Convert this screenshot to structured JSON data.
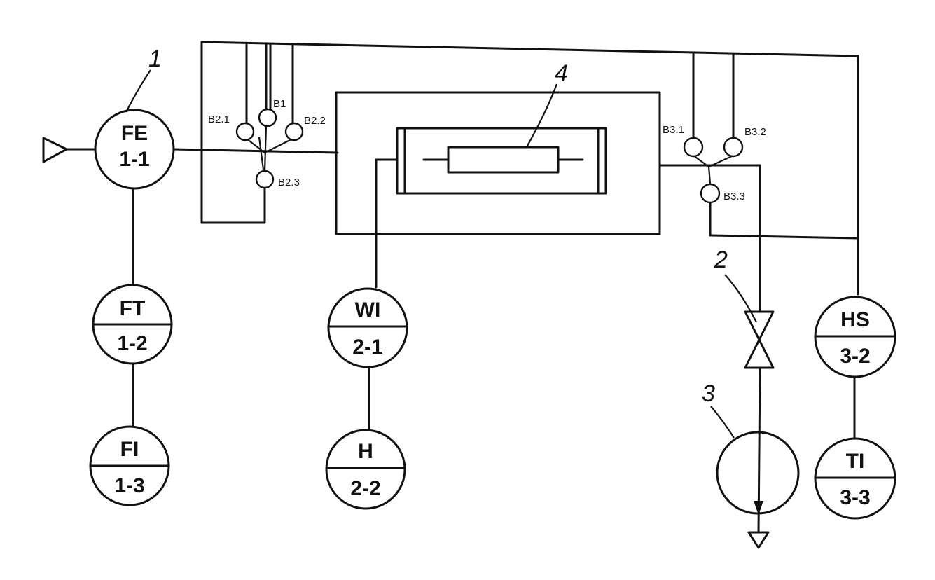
{
  "instruments": {
    "fe": {
      "code": "FE",
      "num": "1-1"
    },
    "ft": {
      "code": "FT",
      "num": "1-2"
    },
    "fi": {
      "code": "FI",
      "num": "1-3"
    },
    "wi": {
      "code": "WI",
      "num": "2-1"
    },
    "h": {
      "code": "H",
      "num": "2-2"
    },
    "hs": {
      "code": "HS",
      "num": "3-2"
    },
    "ti": {
      "code": "TI",
      "num": "3-3"
    }
  },
  "valves": {
    "b1": "B1",
    "b21": "B2.1",
    "b22": "B2.2",
    "b23": "B2.3",
    "b31": "B3.1",
    "b32": "B3.2",
    "b33": "B3.3"
  },
  "callouts": {
    "c1": "1",
    "c2": "2",
    "c3": "3",
    "c4": "4"
  }
}
